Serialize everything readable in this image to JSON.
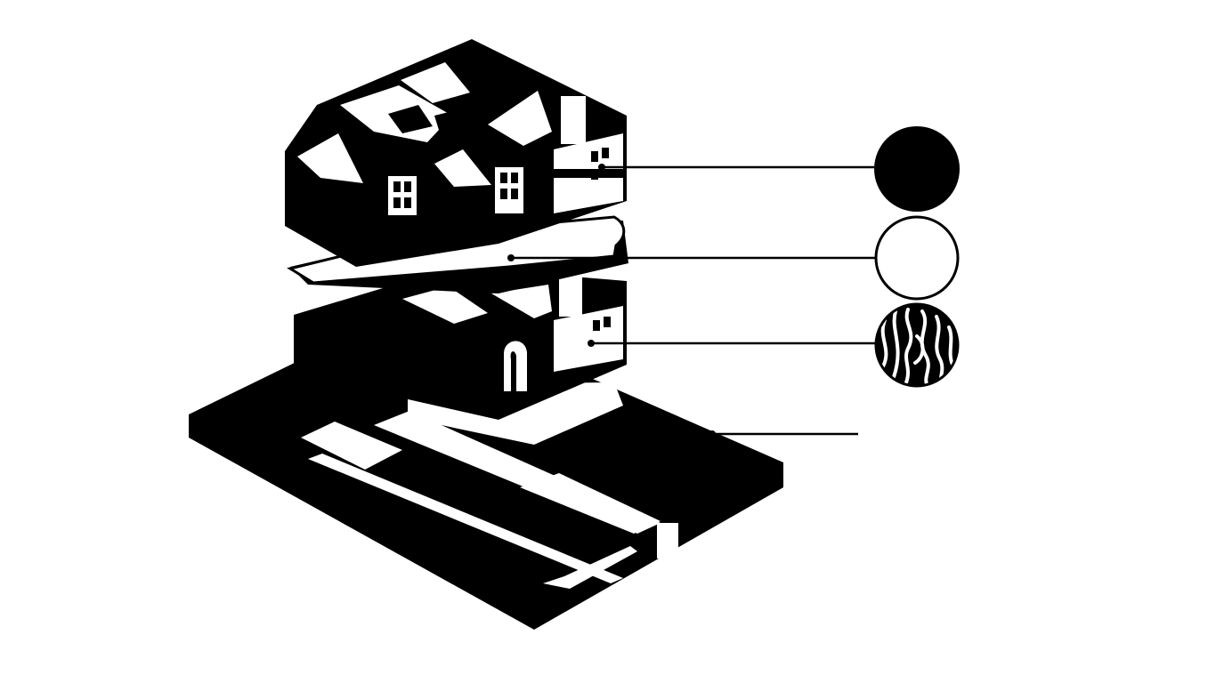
{
  "diagram": {
    "type": "exploded-isometric-building",
    "colors": {
      "background": "#ffffff",
      "ink": "#000000"
    },
    "parts": [
      {
        "id": "upper-floor",
        "label": ""
      },
      {
        "id": "floor-slab",
        "label": ""
      },
      {
        "id": "lower-floor",
        "label": ""
      },
      {
        "id": "base-plinth",
        "label": ""
      }
    ],
    "legend": [
      {
        "id": "solid-black",
        "fill": "#000000",
        "pattern": "solid"
      },
      {
        "id": "solid-white",
        "fill": "#ffffff",
        "pattern": "solid"
      },
      {
        "id": "wood-grain",
        "fill": "#ffffff",
        "pattern": "wood-grain"
      },
      {
        "id": "none",
        "fill": "",
        "pattern": "none"
      }
    ]
  }
}
